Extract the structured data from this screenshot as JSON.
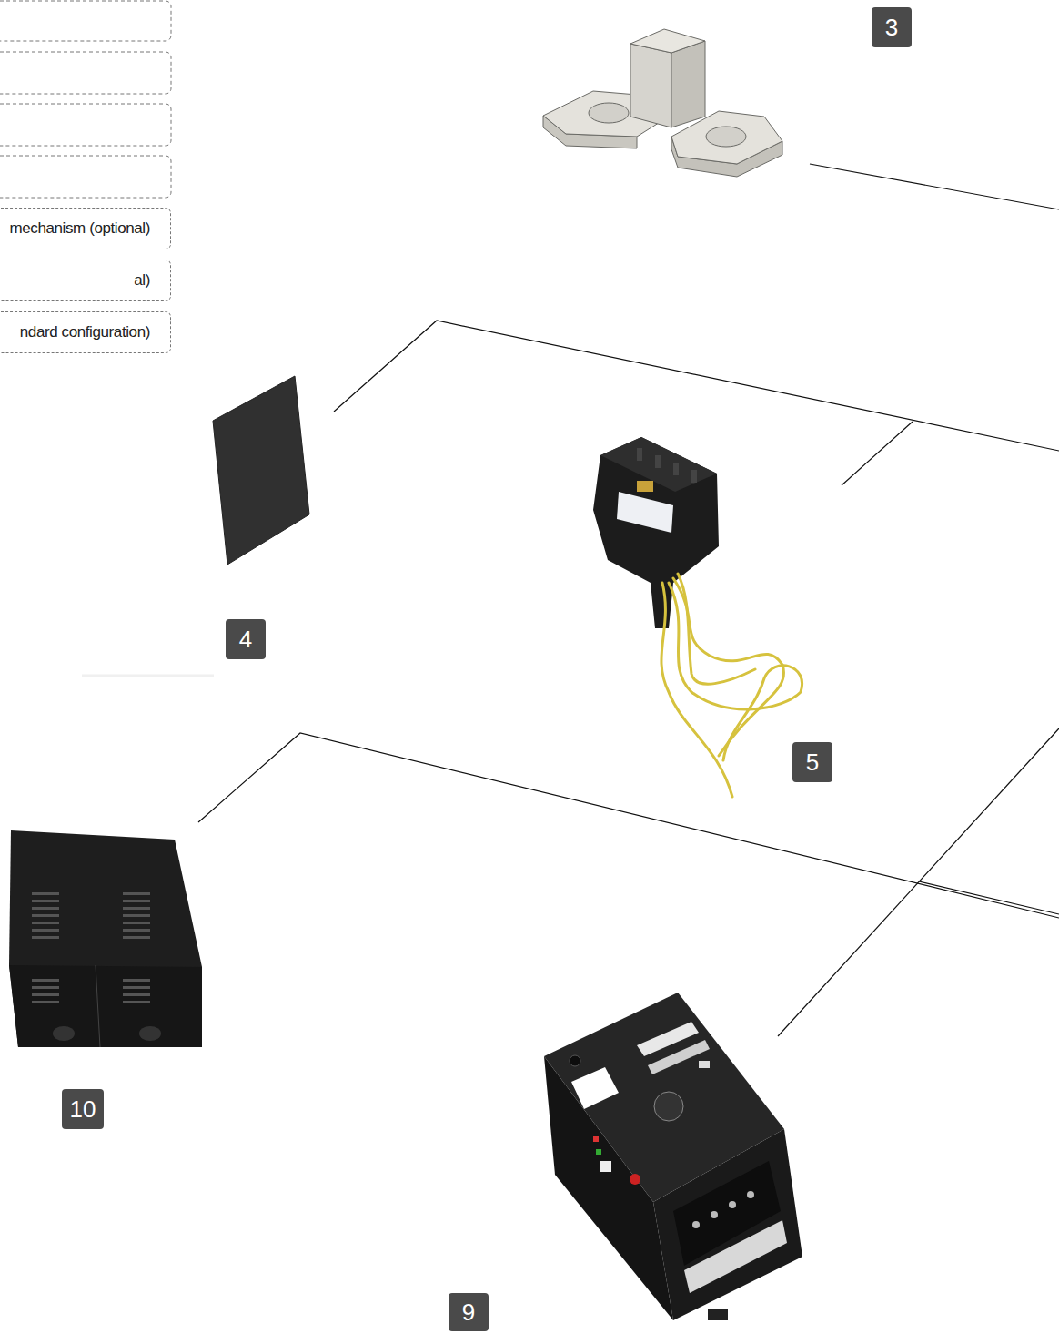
{
  "diagram": {
    "nodes": [
      {
        "text": [
          "mechanism (optional)"
        ]
      },
      {
        "text": [
          "al)"
        ]
      },
      {
        "text": [
          "ndard configuration)"
        ]
      }
    ],
    "labels": [
      "3",
      "4",
      "5",
      "10",
      "9"
    ]
  }
}
